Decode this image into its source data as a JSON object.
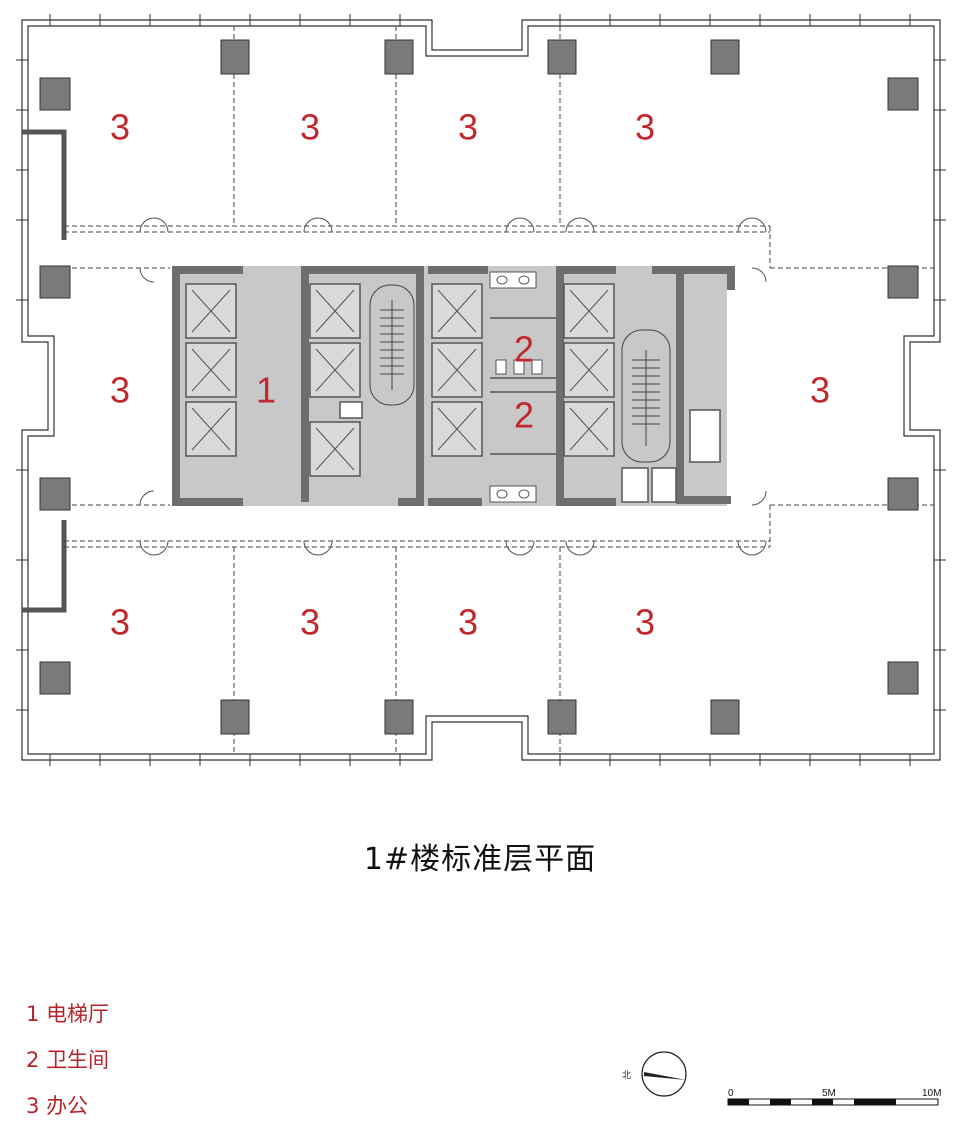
{
  "drawing_title": "1#楼标准层平面",
  "zones": {
    "lobby": "1",
    "restroom": "2",
    "office": "3"
  },
  "legend": [
    {
      "number": "1",
      "label": "电梯厅"
    },
    {
      "number": "2",
      "label": "卫生间"
    },
    {
      "number": "3",
      "label": "办公"
    }
  ],
  "north_label": "北",
  "scale_bar": {
    "labels": [
      "0",
      "5M",
      "10M"
    ]
  },
  "colors": {
    "zone_label": "#c0282d",
    "core_fill": "#c8c8c8",
    "wall": "#6e6e6e",
    "column": "#7a7a7a"
  }
}
